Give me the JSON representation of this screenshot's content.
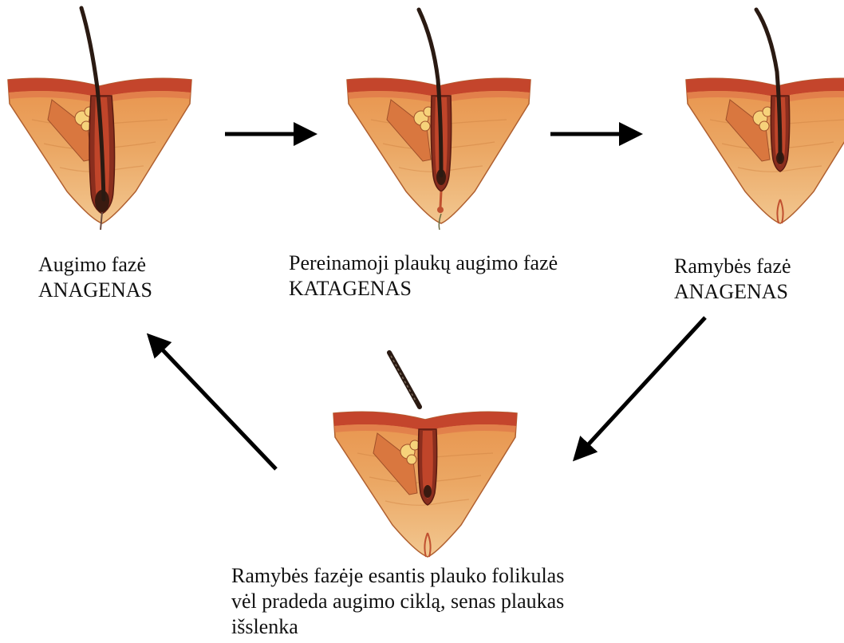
{
  "stages": [
    {
      "id": "anagen",
      "line1": "Augimo fazė",
      "line2": "ANAGENAS"
    },
    {
      "id": "catagen",
      "line1": "Pereinamoji plaukų augimo fazė",
      "line2": "KATAGENAS"
    },
    {
      "id": "telogen",
      "line1": "Ramybės fazė",
      "line2": "ANAGENAS"
    },
    {
      "id": "exogen",
      "line1": "Ramybės fazėje esantis plauko folikulas",
      "line2": "vėl pradeda augimo ciklą, senas plaukas",
      "line3": "išslenka"
    }
  ],
  "colors": {
    "skin": "#E9A45E",
    "skin_dark": "#C8743A",
    "epidermis": "#C0452A",
    "hair": "#2A1A12",
    "arrow": "#000000"
  }
}
